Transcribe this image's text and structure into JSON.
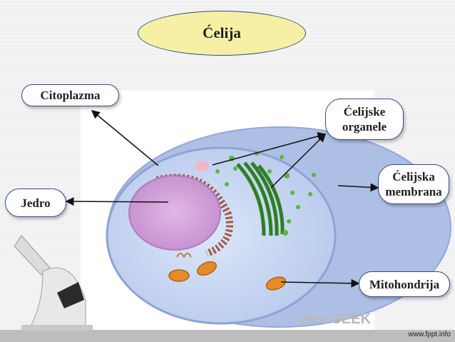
{
  "title": "Ćelija",
  "labels": {
    "citoplazma": "Citoplazma",
    "jedro": "Jedro",
    "organele_line1": "Ćelijske",
    "organele_line2": "organele",
    "membrana_line1": "Ćelijska",
    "membrana_line2": "membrana",
    "mitohondrija": "Mitohondrija"
  },
  "watermark": "wiseGEEK",
  "footer_url": "www.fppt.info",
  "colors": {
    "title_fill": "#f6f0a5",
    "border": "#2c4f86",
    "cytoplasm": "#c9d9f2",
    "membrane": "#a9bde6",
    "nucleus": "#d6a6dc",
    "golgi": "#3f9a2f",
    "mitochondria": "#e58b28"
  }
}
